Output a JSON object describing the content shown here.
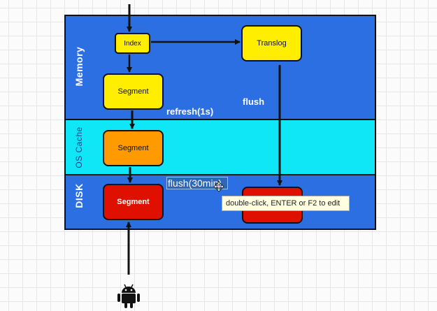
{
  "bands": {
    "memory": "Memory",
    "os_cache": "OS Cache",
    "disk": "DISK"
  },
  "nodes": {
    "index": "Index",
    "translog": "Translog",
    "segment_memory": "Segment",
    "segment_os_cache": "Segment",
    "segment_disk": "Segment",
    "red_box": ""
  },
  "edge_labels": {
    "refresh": "refresh(1s)",
    "flush": "flush",
    "flush_30min": "flush(30min)"
  },
  "tooltip": "double-click, ENTER or F2 to edit",
  "icons": {
    "client": "android-robot-icon",
    "cursor": "move-cursor-icon"
  },
  "colors": {
    "memory_band": "#2c6fe3",
    "os_cache_band": "#10e7f6",
    "disk_band": "#2c6fe3",
    "yellow_node": "#ffee00",
    "orange_node": "#ff9a00",
    "red_node": "#e01000"
  }
}
